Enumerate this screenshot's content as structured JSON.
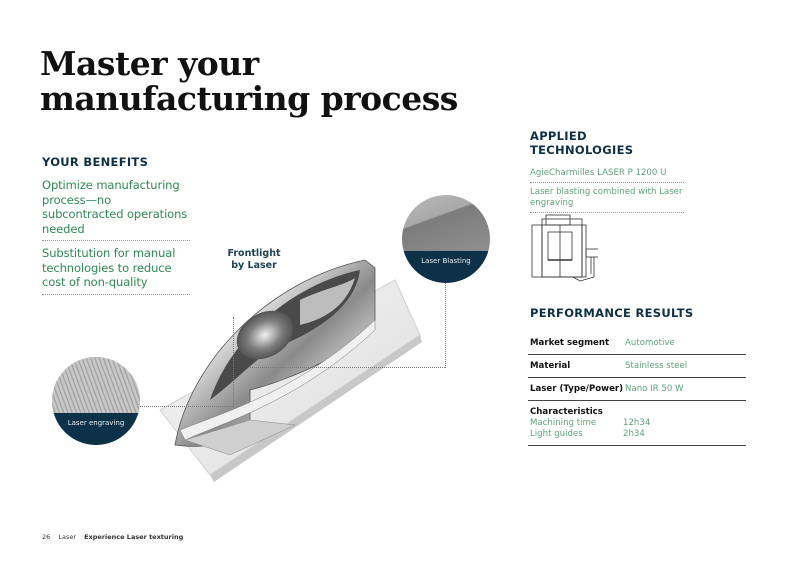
{
  "title": {
    "line1": "Master your",
    "line2": "manufacturing process"
  },
  "benefits": {
    "heading": "YOUR BENEFITS",
    "items": [
      "Optimize manufacturing process—no subcontracted operations needed",
      "Substitution for manual technologies to reduce cost of non-quality"
    ]
  },
  "applied": {
    "heading": "APPLIED TECHNOLOGIES",
    "items": [
      "AgieCharmilles LASER P 1200 U",
      "Laser blasting combined with Laser engraving"
    ],
    "icon": "laser-machine-icon"
  },
  "performance": {
    "heading": "PERFORMANCE RESULTS",
    "rows": [
      {
        "label": "Market segment",
        "value": "Automotive"
      },
      {
        "label": "Material",
        "value": "Stainless steel"
      },
      {
        "label": "Laser (Type/Power)",
        "value": "Nano IR 50 W"
      }
    ],
    "characteristics": {
      "label": "Characteristics",
      "items": [
        {
          "label": "Machining time",
          "value": "12h34"
        },
        {
          "label": "Light guides",
          "value": "2h34"
        }
      ]
    }
  },
  "figure": {
    "product_label": "Frontlight by Laser",
    "callouts": [
      {
        "label": "Laser Blasting"
      },
      {
        "label": "Laser engraving"
      }
    ]
  },
  "footer": {
    "page": "26",
    "section": "Laser",
    "title": "Experience Laser texturing"
  },
  "colors": {
    "accent_green": "#2f8a55",
    "light_green": "#5ea37c",
    "navy": "#0d3148"
  }
}
